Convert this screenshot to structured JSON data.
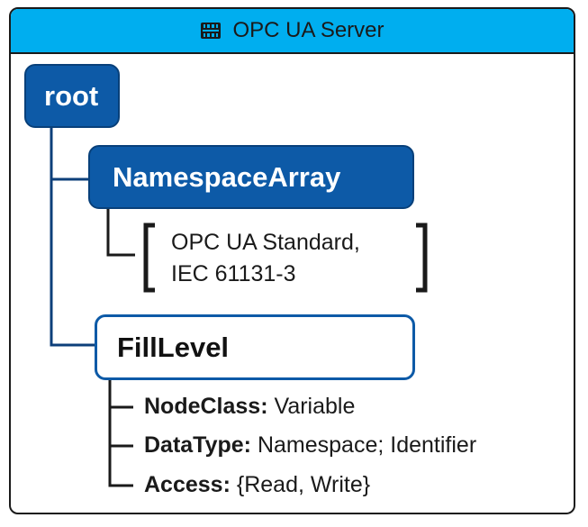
{
  "header": {
    "title": "OPC UA Server",
    "icon": "chip-icon"
  },
  "nodes": {
    "root": "root",
    "namespace_array": "NamespaceArray",
    "fill_level": "FillLevel"
  },
  "namespace_array_values": [
    "OPC UA Standard,",
    "IEC 61131-3"
  ],
  "properties": [
    {
      "key": "NodeClass:",
      "value": "Variable"
    },
    {
      "key": "DataType:",
      "value": "Namespace; Identifier"
    },
    {
      "key": "Access:",
      "value": "{Read, Write}"
    }
  ],
  "colors": {
    "header_bg": "#00aeef",
    "node_fill": "#0d5aa7",
    "node_border": "#08407a",
    "line": "#0d3f7a"
  }
}
